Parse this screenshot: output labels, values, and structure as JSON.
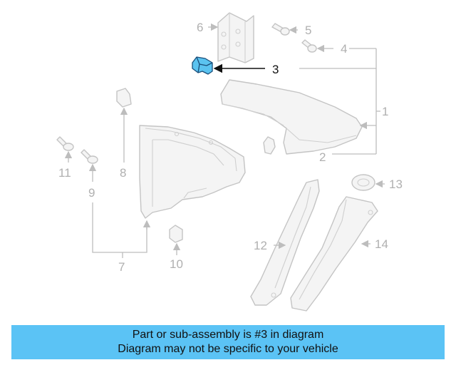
{
  "diagram": {
    "callouts": {
      "c1": "1",
      "c2": "2",
      "c3": "3",
      "c4": "4",
      "c5": "5",
      "c6": "6",
      "c7": "7",
      "c8": "8",
      "c9": "9",
      "c10": "10",
      "c11": "11",
      "c12": "12",
      "c13": "13",
      "c14": "14"
    },
    "highlighted_part": "3",
    "colors": {
      "highlight_fill": "#5bc3f0",
      "line_gray": "#c4c4c4",
      "banner_bg": "#5bc3f5"
    }
  },
  "banner": {
    "line1": "Part or sub-assembly is #3 in diagram",
    "line2": "Diagram may not be specific to your vehicle"
  }
}
